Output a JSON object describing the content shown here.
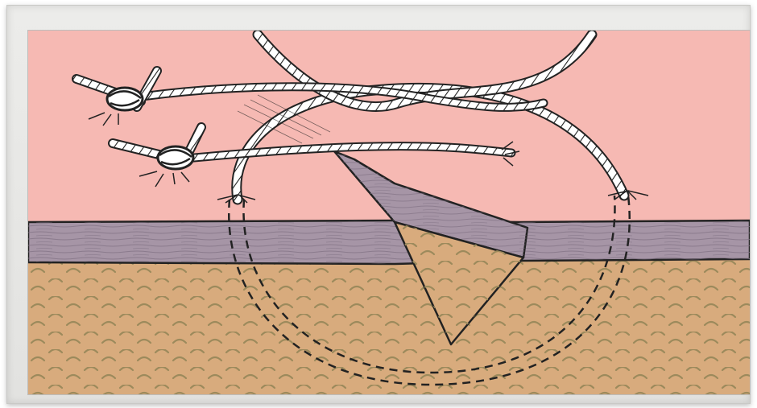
{
  "scene": {
    "subject": "suture-wound-illustration",
    "colors": {
      "background": "#f6b9b3",
      "epidermis": "#a695a6",
      "dermis": "#d8ab7d",
      "dermis_texture": "#9c8a5c",
      "suture_line": "#2a2a2a",
      "suture_fill": "#ffffff",
      "frame": "#e6e6e4"
    },
    "icons": [
      "suture-thread",
      "knot",
      "needle-path",
      "wound-gap"
    ]
  }
}
